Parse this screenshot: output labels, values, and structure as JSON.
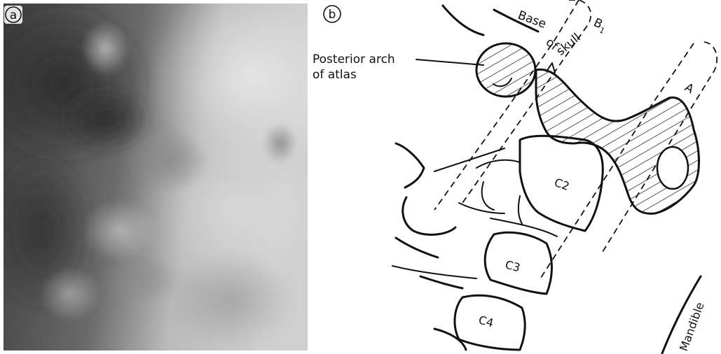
{
  "panels": {
    "a": {
      "letter": "a"
    },
    "b": {
      "letter": "b"
    }
  },
  "labels": {
    "posterior_arch_line1": "Posterior arch",
    "posterior_arch_line2": "of atlas",
    "base_of_skull_1": "Base",
    "base_of_skull_2": "of",
    "base_of_skull_3": "skull",
    "beam_b1": "B",
    "beam_b1_sub": "1",
    "beam_a": "A",
    "c2": "C2",
    "c3": "C3",
    "c4": "C4",
    "mandible": "Mandible"
  }
}
